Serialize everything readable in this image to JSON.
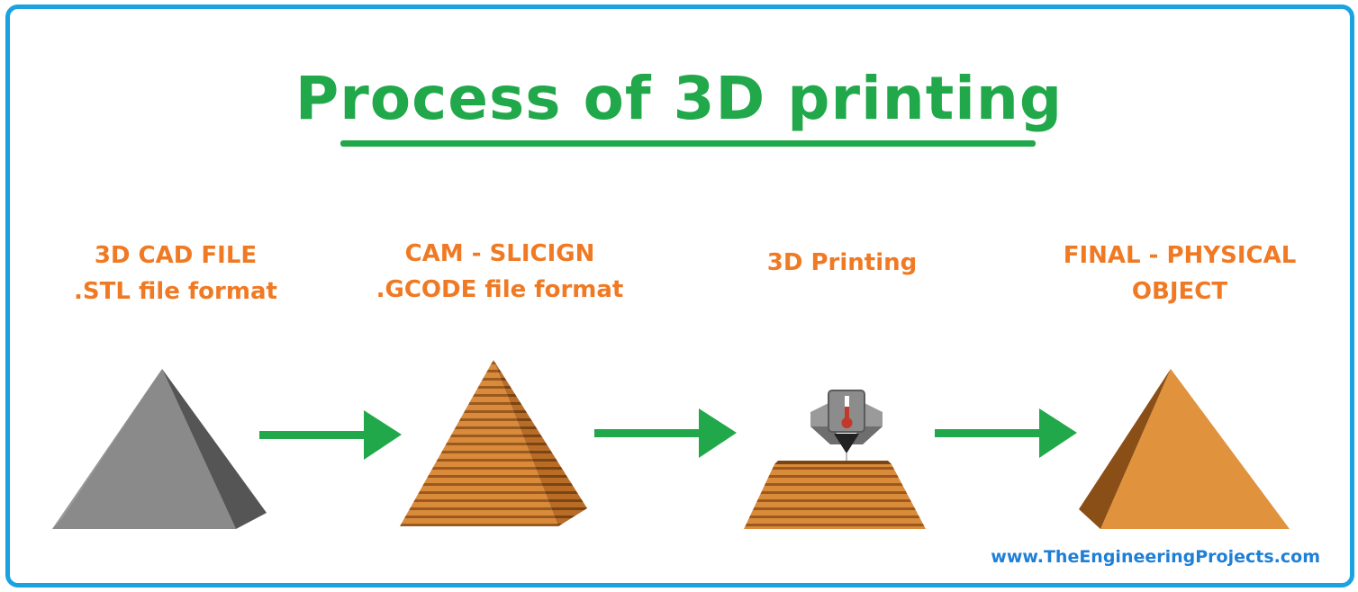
{
  "title": "Process of 3D printing",
  "steps": [
    {
      "line1": "3D CAD FILE",
      "line2": ".STL file format"
    },
    {
      "line1": "CAM - SLICIGN",
      "line2": ".GCODE file format"
    },
    {
      "line1": "3D Printing",
      "line2": ""
    },
    {
      "line1": "FINAL - PHYSICAL",
      "line2": "OBJECT"
    }
  ],
  "credit": "www.TheEngineeringProjects.com",
  "colors": {
    "title": "#21a84a",
    "labels": "#f07a24",
    "arrows": "#21a84a",
    "frame": "#1aa3e0",
    "credit": "#1f7fd6",
    "cad_model": "#7f7f7f",
    "printed_layers": "#d98a3a",
    "final_object": "#e0923c"
  }
}
